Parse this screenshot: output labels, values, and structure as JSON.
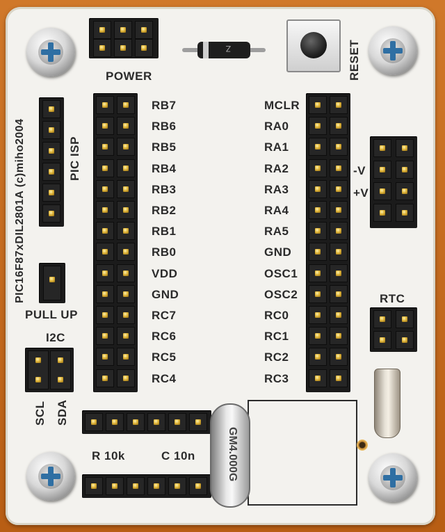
{
  "board": {
    "labels": {
      "power": "POWER",
      "reset": "RESET",
      "pic_isp": "PIC ISP",
      "board_id": "PIC16F87xDIL2801A (c)miho2004",
      "pull_up": "PULL UP",
      "i2c": "I2C",
      "scl": "SCL",
      "sda": "SDA",
      "rtc": "RTC",
      "r10k": "R 10k",
      "c10n": "C 10n",
      "minus_v": "-V",
      "plus_v": "+V",
      "crystal_marking": "GM4.000G"
    },
    "left_pins": [
      "RB7",
      "RB6",
      "RB5",
      "RB4",
      "RB3",
      "RB2",
      "RB1",
      "RB0",
      "VDD",
      "GND",
      "RC7",
      "RC6",
      "RC5",
      "RC4"
    ],
    "right_pins": [
      "MCLR",
      "RA0",
      "RA1",
      "RA2",
      "RA3",
      "RA4",
      "RA5",
      "GND",
      "OSC1",
      "OSC2",
      "RC0",
      "RC1",
      "RC2",
      "RC3"
    ],
    "colors": {
      "wood": "#c46a1c",
      "board": "#f3f2ee",
      "header": "#1b1b1b",
      "pin_gold": "#e0b53a",
      "screw_cross": "#2f6fa3"
    }
  }
}
